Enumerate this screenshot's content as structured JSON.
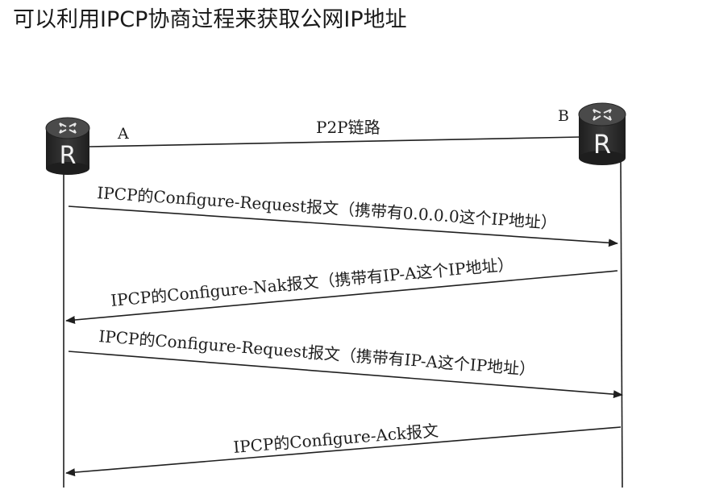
{
  "title": "可以利用IPCP协商过程来获取公网IP地址",
  "diagram": {
    "nodes": [
      {
        "id": "A",
        "label": "A",
        "icon": "router-icon",
        "icon_letter": "R"
      },
      {
        "id": "B",
        "label": "B",
        "icon": "router-icon",
        "icon_letter": "R"
      }
    ],
    "link": {
      "label": "P2P链路"
    },
    "messages": [
      {
        "from": "A",
        "to": "B",
        "label": "IPCP的Configure-Request报文（携带有0.0.0.0这个IP地址）"
      },
      {
        "from": "B",
        "to": "A",
        "label": "IPCP的Configure-Nak报文（携带有IP-A这个IP地址）"
      },
      {
        "from": "A",
        "to": "B",
        "label": "IPCP的Configure-Request报文（携带有IP-A这个IP地址）"
      },
      {
        "from": "B",
        "to": "A",
        "label": "IPCP的Configure-Ack报文"
      }
    ]
  },
  "colors": {
    "ink": "#1f1f1f",
    "router_body": "#2b2b2b",
    "router_top": "#4a4a4a",
    "background": "#ffffff"
  }
}
